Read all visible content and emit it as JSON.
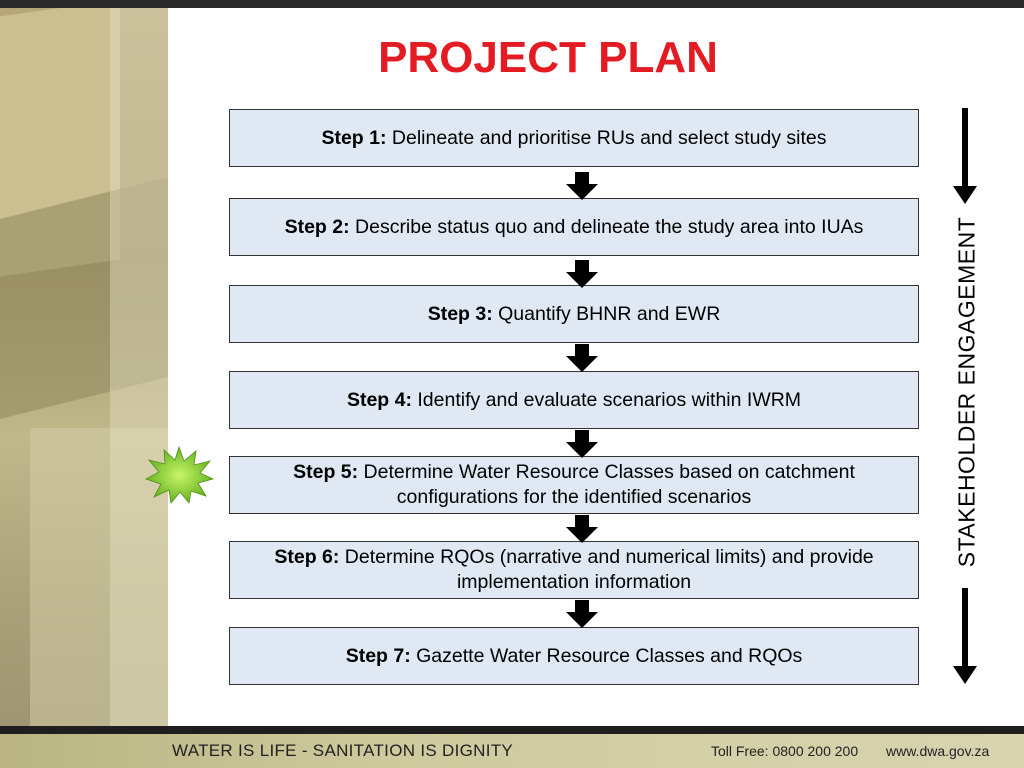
{
  "title": "PROJECT PLAN",
  "steps": [
    {
      "label": "Step 1:",
      "text": "Delineate and prioritise RUs and select study sites"
    },
    {
      "label": "Step 2:",
      "text": "Describe status quo and delineate the study area into IUAs"
    },
    {
      "label": "Step 3:",
      "text": "Quantify BHNR and EWR"
    },
    {
      "label": "Step 4:",
      "text": "Identify and evaluate scenarios within IWRM"
    },
    {
      "label": "Step 5:",
      "text": "Determine Water Resource Classes based on catchment configurations for the identified scenarios"
    },
    {
      "label": "Step 6:",
      "text": "Determine RQOs (narrative and numerical limits) and provide implementation information"
    },
    {
      "label": "Step 7:",
      "text": "Gazette Water Resource Classes and RQOs"
    }
  ],
  "side_label": "STAKEHOLDER ENGAGEMENT",
  "footer": {
    "slogan": "WATER IS LIFE - SANITATION IS DIGNITY",
    "toll_free": "Toll Free: 0800 200 200",
    "website": "www.dwa.gov.za"
  },
  "colors": {
    "title": "#e31b23",
    "box_fill": "#dfe8f3",
    "highlight_star": "#7ed321"
  },
  "icons": {
    "flow_arrow": "down-arrow-icon",
    "highlight": "starburst-icon"
  }
}
